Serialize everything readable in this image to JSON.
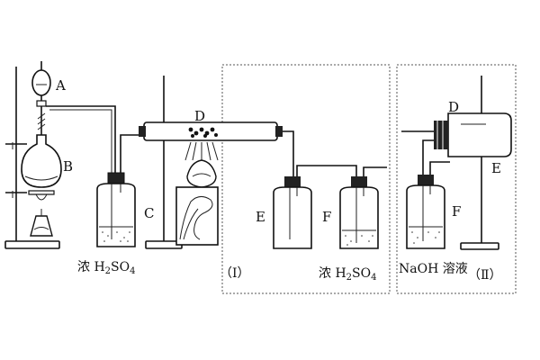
{
  "labels": {
    "A": "A",
    "B": "B",
    "C": "C",
    "D1": "D",
    "E1": "E",
    "F1": "F",
    "D2": "D",
    "E2": "E",
    "F2": "F"
  },
  "captions": {
    "conc_h2so4_left_prefix": "浓 H",
    "conc_h2so4_left_sub1": "2",
    "conc_h2so4_left_mid": "SO",
    "conc_h2so4_left_sub2": "4",
    "box1_label": "（Ⅰ）",
    "conc_h2so4_right_prefix": "浓 H",
    "conc_h2so4_right_sub1": "2",
    "conc_h2so4_right_mid": "SO",
    "conc_h2so4_right_sub2": "4",
    "naoh_label": "NaOH 溶液",
    "box2_label": "（Ⅱ）"
  }
}
